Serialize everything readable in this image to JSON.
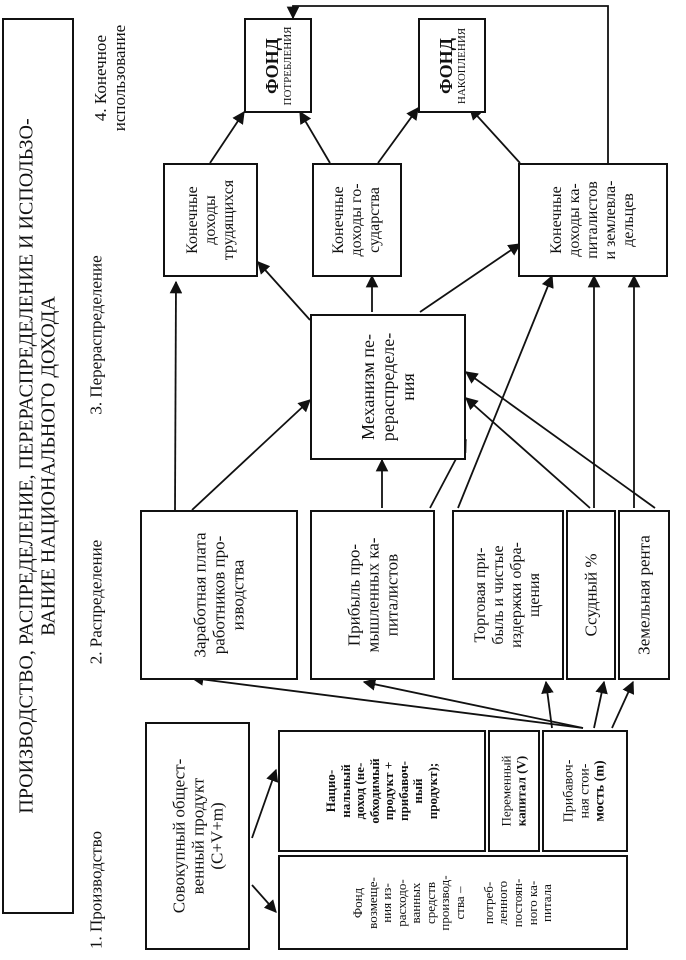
{
  "title": {
    "lines": [
      "ПРОИЗВОДСТВО, РАСПРЕДЕЛЕНИЕ, ПЕРЕРАСПРЕДЕЛЕНИЕ И ИСПОЛЬЗО-",
      "ВАНИЕ НАЦИОНАЛЬНОГО ДОХОДА"
    ]
  },
  "stages": {
    "production": "1. Производство",
    "distribution": "2. Распределение",
    "redistribution": "3. Перераспределение",
    "final_use": [
      "4. Конечное",
      "использование"
    ]
  },
  "production": {
    "total_product": [
      "Совокупный общест-",
      "венный продукт",
      "(C+V+m)"
    ],
    "compensation_fund": [
      "Фонд",
      "возмеще-",
      "ния из-",
      "расходо-",
      "ванных",
      "средств",
      "производ-",
      "ства –",
      "",
      "потреб-",
      "ленного",
      "постоян-",
      "ного ка-",
      "питала"
    ],
    "national_income": [
      "Нацио-",
      "нальный",
      "доход (не-",
      "обходимый",
      "продукт +",
      "прибавоч-",
      "ный",
      "продукт);"
    ],
    "variable_capital": [
      "Переменный",
      "капитал (V)"
    ],
    "surplus_value": [
      "Прибавоч-",
      "ная стои-",
      "мость (m)"
    ]
  },
  "distribution": {
    "wages": [
      "Заработная плата",
      "работников про-",
      "изводства"
    ],
    "industrial_profit": [
      "Прибыль про-",
      "мышленных ка-",
      "питалистов"
    ],
    "trade_profit": [
      "Торговая при-",
      "быль и чистые",
      "издержки обра-",
      "щения"
    ],
    "loan_interest": "Ссудный %",
    "land_rent": "Земельная рента"
  },
  "redistribution": {
    "mechanism": [
      "Механизм пе-",
      "рераспределе-",
      "ния"
    ]
  },
  "final_incomes": {
    "workers": [
      "Конечные",
      "доходы",
      "трудящихся"
    ],
    "state": [
      "Конечные",
      "доходы го-",
      "сударства"
    ],
    "capitalists": [
      "Конечные",
      "доходы ка-",
      "питалистов",
      "и землевла-",
      "дельцев"
    ]
  },
  "funds": {
    "consumption": {
      "name": "ФОНД",
      "sub": "ПОТРЕБЛЕНИЯ"
    },
    "accumulation": {
      "name": "ФОНД",
      "sub": "НАКОПЛЕНИЯ"
    }
  }
}
